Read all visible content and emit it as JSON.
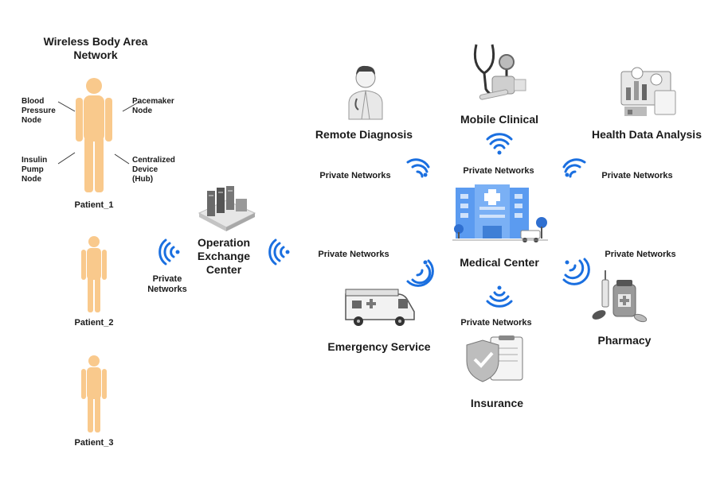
{
  "wban": {
    "title": "Wireless Body Area\nNetwork",
    "node_blood_pressure": "Blood\nPressure\nNode",
    "node_pacemaker": "Pacemaker\nNode",
    "node_insulin_pump": "Insulin\nPump\nNode",
    "node_hub": "Centralized\nDevice\n(Hub)"
  },
  "patients": [
    {
      "label": "Patient_1"
    },
    {
      "label": "Patient_2"
    },
    {
      "label": "Patient_3"
    }
  ],
  "exchange": {
    "label": "Operation\nExchange\nCenter",
    "link_label": "Private\nNetworks"
  },
  "services": {
    "remote_diagnosis": "Remote Diagnosis",
    "mobile_clinical": "Mobile Clinical",
    "health_data_analysis": "Health Data Analysis",
    "medical_center": "Medical Center",
    "emergency_service": "Emergency Service",
    "pharmacy": "Pharmacy",
    "insurance": "Insurance"
  },
  "links": {
    "remote": "Private Networks",
    "mobile": "Private Networks",
    "health": "Private Networks",
    "exchange_to_center": "Private Networks",
    "pharmacy": "Private Networks",
    "insurance": "Private Networks"
  },
  "colors": {
    "body": "#f9c98c",
    "wifi": "#1a6fe0",
    "hospital": "#5b9bf0",
    "grey": "#8a8a8a"
  }
}
